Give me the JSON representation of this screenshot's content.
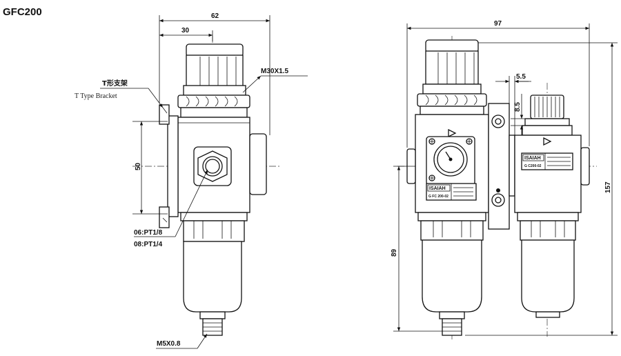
{
  "title": "GFC200",
  "left_view": {
    "dim_width_total": "62",
    "dim_width_part": "30",
    "dim_height_bracket": "50",
    "thread_top": "M30X1.5",
    "bracket_label_cn": "T形支架",
    "bracket_label_en": "T Type Bracket",
    "port_size_1": "06:PT1/8",
    "port_size_2": "08:PT1/4",
    "drain_thread": "M5X0.8"
  },
  "right_view": {
    "dim_width_total": "97",
    "dim_offset_h": "5.5",
    "dim_offset_v": "8.5",
    "dim_height_total": "157",
    "dim_height_lower": "89",
    "label_brand_1": "ISAIAH",
    "label_model_1": "G FC 200-02",
    "label_brand_2": "ISAIAH",
    "label_model_2": "G C200-02"
  },
  "colors": {
    "line": "#111111",
    "background": "#ffffff"
  }
}
